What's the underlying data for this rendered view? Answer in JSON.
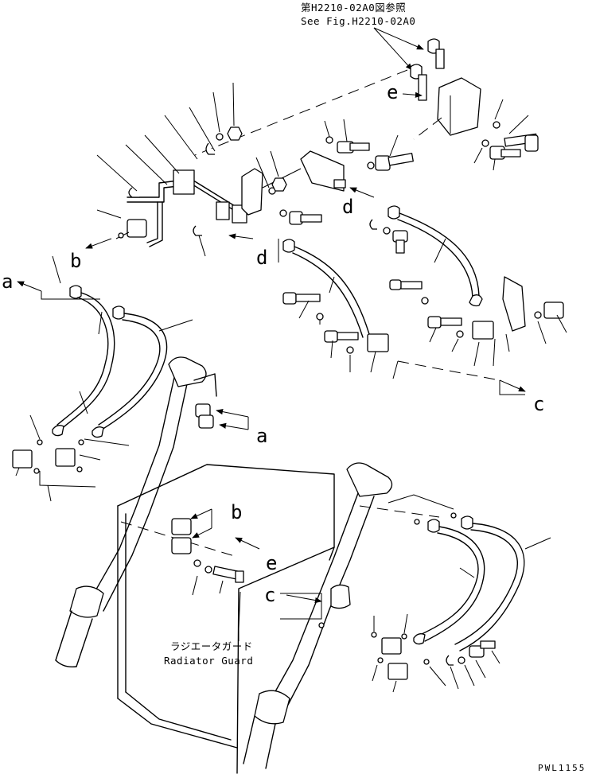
{
  "reference": {
    "jp": "第H2210-02A0図参照",
    "en": "See Fig.H2210-02A0"
  },
  "callouts": {
    "a": "a",
    "b": "b",
    "c": "c",
    "d": "d",
    "e": "e"
  },
  "radiator_guard": {
    "jp": "ラジエータガード",
    "en": "Radiator Guard"
  },
  "drawing_code": "PWL1155"
}
